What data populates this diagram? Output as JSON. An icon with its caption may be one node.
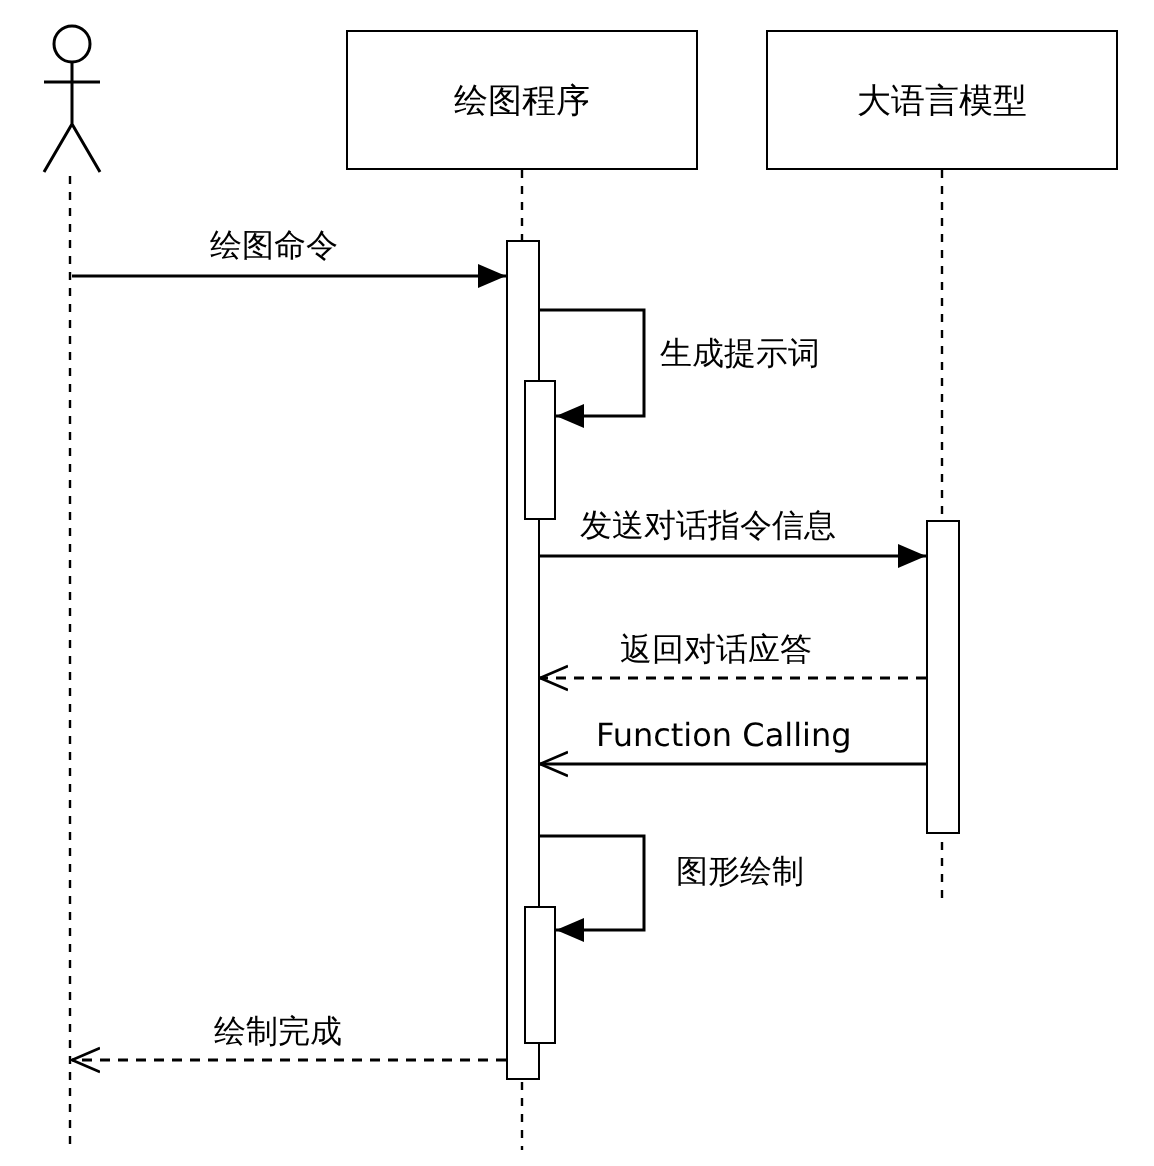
{
  "diagram": {
    "nodes": [
      {
        "text": [],
        "shape": "person"
      },
      {
        "text": [
          "绘图程序"
        ]
      },
      {
        "text": [
          "大语言模型"
        ]
      },
      {
        "text": [],
        "shape": "bar"
      },
      {
        "text": [],
        "shape": "bar"
      },
      {
        "text": [],
        "shape": "bar"
      },
      {
        "text": [],
        "shape": "bar"
      }
    ],
    "edges": [
      {
        "from": 0,
        "to": 3,
        "arrow": "to",
        "label": "绘图命令"
      },
      {
        "from": 3,
        "to": 4,
        "arrow": "to",
        "label": "生成提示词"
      },
      {
        "from": 3,
        "to": 5,
        "arrow": "to",
        "label": "发送对话指令信息"
      },
      {
        "from": 5,
        "to": 3,
        "arrow": "to",
        "label": "返回对话应答",
        "style": "dashed"
      },
      {
        "from": 5,
        "to": 3,
        "arrow": "to",
        "label": "Function Calling"
      },
      {
        "from": 3,
        "to": 6,
        "arrow": "to",
        "label": "图形绘制"
      },
      {
        "from": 3,
        "to": 0,
        "arrow": "to",
        "label": "绘制完成",
        "style": "dashed"
      }
    ]
  }
}
